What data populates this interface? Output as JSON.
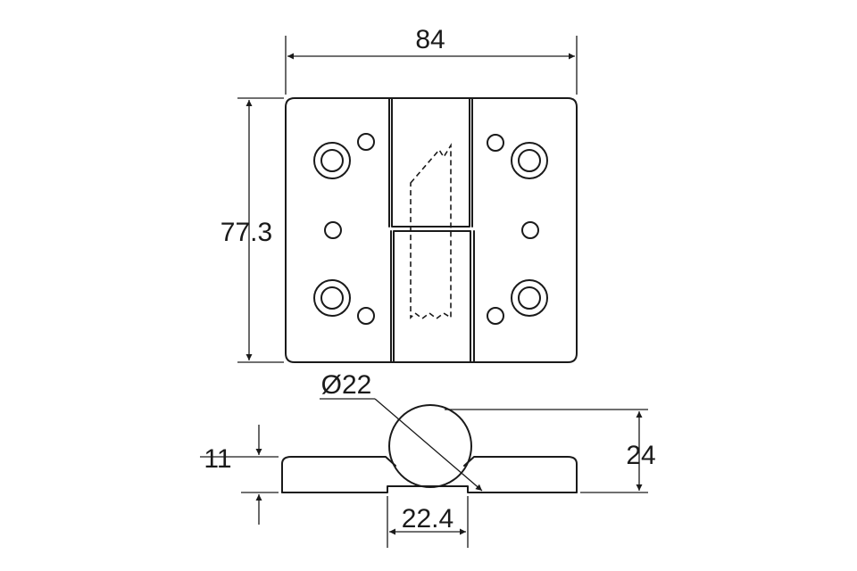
{
  "dimensions": {
    "width": "84",
    "height": "77.3",
    "knuckle_diameter": "Ø22",
    "thickness": "11",
    "total_height": "24",
    "knuckle_width": "22.4"
  }
}
